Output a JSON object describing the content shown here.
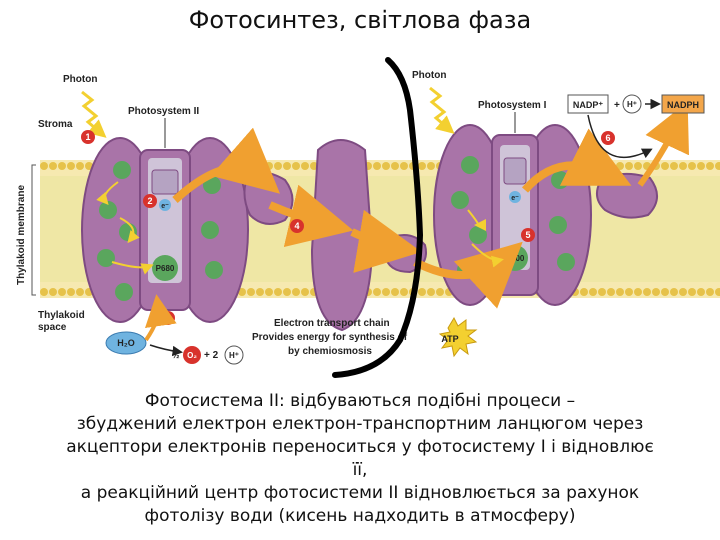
{
  "title": "Фотосинтез, світлова фаза",
  "diagram": {
    "photon_left": "Photon",
    "photon_right": "Photon",
    "photosystem_2": "Photosystem II",
    "photosystem_1": "Photosystem I",
    "stroma": "Stroma",
    "thylakoid_membrane": "Thylakoid membrane",
    "thylakoid_space_1": "Thylakoid",
    "thylakoid_space_2": "space",
    "p680": "P680",
    "p700": "P700",
    "electron": "e⁻",
    "water": "H₂O",
    "oxygen_fraction": "½",
    "oxygen": "O₂",
    "plus_2": "+ 2",
    "proton": "H⁺",
    "nadp": "NADP⁺",
    "plus": "+",
    "nadph": "NADPH",
    "atp": "ATP",
    "etc_line1": "Electron transport chain",
    "etc_line2": "Provides energy for synthesis of",
    "etc_line3": "by chemiosmosis",
    "steps": [
      "1",
      "2",
      "3",
      "4",
      "5",
      "6"
    ],
    "colors": {
      "protein": "#a974a8",
      "protein_dark": "#7e4b82",
      "membrane": "#efe7a5",
      "chlorophyll": "#5aa65d",
      "arrow_orange": "#f0a030",
      "step_red": "#d8322c"
    }
  },
  "caption": [
    "Фотосистема II: відбуваються подібні процеси –",
    "збуджений електрон електрон-транспортним ланцюгом через",
    "акцептори електронів переноситься у фотосистему I і відновлює",
    "її,",
    "а реакційний центр фотосистеми II відновлюється за рахунок",
    "фотолізу води (кисень надходить в атмосферу)"
  ]
}
